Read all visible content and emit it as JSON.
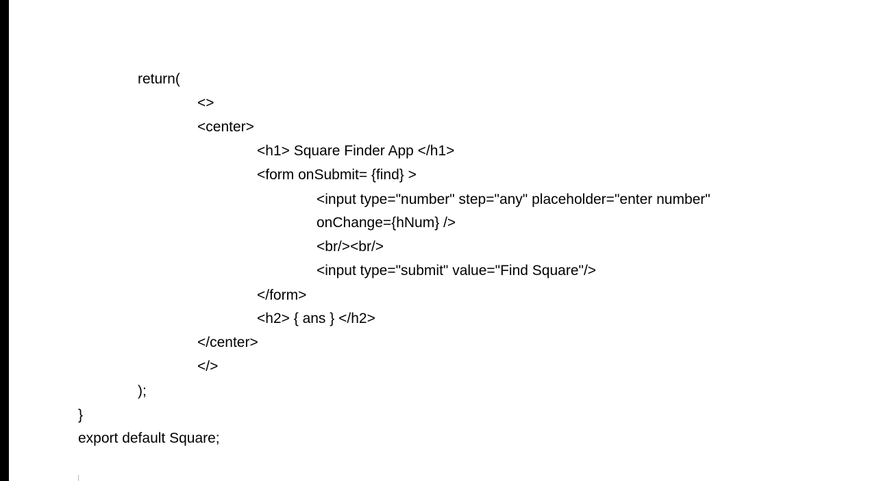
{
  "document": {
    "lines": [
      {
        "text": "return(",
        "indent": 1
      },
      {
        "text": "<>",
        "indent": 2
      },
      {
        "text": "<center>",
        "indent": 2
      },
      {
        "text": "<h1> Square Finder App </h1>",
        "indent": 3
      },
      {
        "text": "<form onSubmit= {find} >",
        "indent": 3
      },
      {
        "text": "<input type=\"number\" step=\"any\" placeholder=\"enter number\"",
        "indent": 4
      },
      {
        "text": "onChange={hNum} />",
        "indent": 4
      },
      {
        "text": "<br/><br/>",
        "indent": 4
      },
      {
        "text": "<input type=\"submit\" value=\"Find Square\"/>",
        "indent": 4
      },
      {
        "text": "</form>",
        "indent": 3
      },
      {
        "text": "<h2> { ans } </h2>",
        "indent": 3
      },
      {
        "text": "</center>",
        "indent": 2
      },
      {
        "text": "</>",
        "indent": 2
      },
      {
        "text": ");",
        "indent": 1
      },
      {
        "text": "}",
        "indent": 0
      },
      {
        "text": "export default Square;",
        "indent": 0
      }
    ]
  }
}
